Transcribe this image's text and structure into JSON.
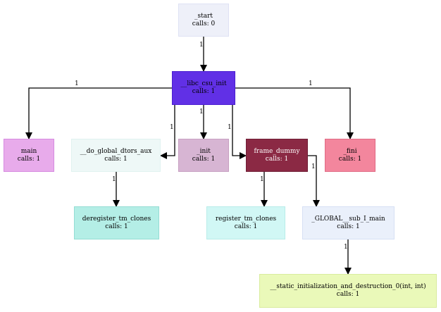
{
  "nodes": [
    {
      "id": "start",
      "name": "_start",
      "calls": "calls: 0",
      "fill": "#eef0f9",
      "stroke": "#dfe2f4",
      "text": "#000000"
    },
    {
      "id": "libc",
      "name": "__libc_csu_init",
      "calls": "calls: 1",
      "fill": "#6130e6",
      "stroke": "#4b1fd0",
      "text": "#000000"
    },
    {
      "id": "main",
      "name": "main",
      "calls": "calls: 1",
      "fill": "#e8abeb",
      "stroke": "#d68be0",
      "text": "#000000"
    },
    {
      "id": "dtors",
      "name": "__do_global_dtors_aux",
      "calls": "calls: 1",
      "fill": "#eef8f7",
      "stroke": "#e0f2f0",
      "text": "#000000"
    },
    {
      "id": "init",
      "name": "_init",
      "calls": "calls: 1",
      "fill": "#d7b5d3",
      "stroke": "#c7a0c2",
      "text": "#000000"
    },
    {
      "id": "frame",
      "name": "frame_dummy",
      "calls": "calls: 1",
      "fill": "#8b2944",
      "stroke": "#701d35",
      "text": "#ffffff"
    },
    {
      "id": "fini",
      "name": "_fini",
      "calls": "calls: 1",
      "fill": "#f3869d",
      "stroke": "#e06b84",
      "text": "#000000"
    },
    {
      "id": "deregister",
      "name": "deregister_tm_clones",
      "calls": "calls: 1",
      "fill": "#b4eee6",
      "stroke": "#95ddd4",
      "text": "#000000"
    },
    {
      "id": "register",
      "name": "register_tm_clones",
      "calls": "calls: 1",
      "fill": "#d1f7f5",
      "stroke": "#b9ece9",
      "text": "#000000"
    },
    {
      "id": "global",
      "name": "_GLOBAL__sub_I_main",
      "calls": "calls: 1",
      "fill": "#eaf0fb",
      "stroke": "#d6e0f4",
      "text": "#000000"
    },
    {
      "id": "static",
      "name": "__static_initialization_and_destruction_0(int, int)",
      "calls": "calls: 1",
      "fill": "#eaf9b9",
      "stroke": "#d9ec9e",
      "text": "#000000"
    }
  ],
  "edges": [
    {
      "from": "start",
      "to": "libc",
      "label": "1"
    },
    {
      "from": "libc",
      "to": "main",
      "label": "1"
    },
    {
      "from": "libc",
      "to": "dtors",
      "label": "1"
    },
    {
      "from": "libc",
      "to": "init",
      "label": "1"
    },
    {
      "from": "libc",
      "to": "frame",
      "label": "1"
    },
    {
      "from": "libc",
      "to": "fini",
      "label": "1"
    },
    {
      "from": "dtors",
      "to": "deregister",
      "label": "1"
    },
    {
      "from": "frame",
      "to": "register",
      "label": "1"
    },
    {
      "from": "frame",
      "to": "global",
      "label": "1"
    },
    {
      "from": "global",
      "to": "static",
      "label": "1"
    }
  ]
}
